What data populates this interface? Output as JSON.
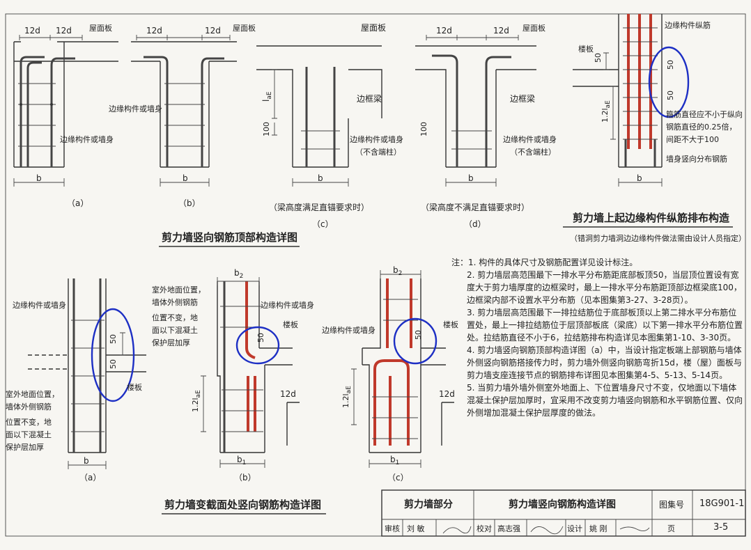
{
  "labels": {
    "d12": "12d",
    "roof_slab": "屋面板",
    "edge_member_or_wall": "边缘构件或墙身",
    "edge_member_or_wall_ex": "边缘构件或墙身",
    "no_end_column": "（不含端柱）",
    "edge_beam": "边框梁",
    "b": "b",
    "b1": "b",
    "b1_sub": "1",
    "b2": "b",
    "b2_sub": "2",
    "laE": "l",
    "laE_sub": "aE",
    "l2laE": "1.2l",
    "l2laE_sub": "aE",
    "n100": "100",
    "n50": "50",
    "slab": "楼板",
    "edge_long_bar": "边缘构件纵筋",
    "stirrup_note_1": "箍筋直径应不小于纵向",
    "stirrup_note_2": "钢筋直径的0.25倍，",
    "stirrup_note_3": "间距不大于100",
    "wall_vertical_bar": "墙身竖向分布钢筋",
    "outdoor_1": "室外地面位置，",
    "outdoor_2": "墙体外侧钢筋",
    "outdoor_3": "位置不变，地",
    "outdoor_4": "面以下混凝土",
    "outdoor_5": "保护层加厚",
    "outdoor_b1": "室外地面位置，",
    "outdoor_b2": "墙体外侧钢筋",
    "outdoor_b3": "位置不变，地",
    "outdoor_b4": "面以下混凝土",
    "outdoor_b5": "保护层加厚"
  },
  "subcaptions": {
    "a": "（a）",
    "b": "（b）",
    "c": "（c）",
    "d": "（d）",
    "c_cond": "（梁高度满足直锚要求时）",
    "d_cond": "（梁高度不满足直锚要求时）",
    "a2": "（a）",
    "b2": "（b）",
    "c2": "（c）"
  },
  "titles": {
    "top": "剪力墙竖向钢筋顶部构造详图",
    "edge": "剪力墙上起边缘构件纵筋排布构造",
    "edge_sub": "（错洞剪力墙洞边边缘构件做法需由设计人员指定）",
    "section": "剪力墙变截面处竖向钢筋构造详图"
  },
  "notes": {
    "prefix": "注：1.",
    "n1": "构件的具体尺寸及钢筋配置详见设计标注。",
    "n2": "2. 剪力墙层高范围最下一排水平分布筋距底部板顶50，当层顶位置设有宽度大于剪力墙厚度的边框梁时，最上一排水平分布筋距顶部边框梁底100，边框梁内部不设置水平分布筋（见本图集第3-27、3-28页）。",
    "n3": "3. 剪力墙层高范围最下一排拉结筋位于底部板顶以上第二排水平分布筋位置处，最上一排拉结筋位于层顶部板底（梁底）以下第一排水平分布筋位置处。拉结筋直径不小于6，拉结筋排布构造详见本图集第1-10、3-30页。",
    "n4": "4. 剪力墙竖向钢筋顶部构造详图（a）中，当设计指定板端上部钢筋与墙体外侧竖向钢筋搭接传力时，剪力墙外侧竖向钢筋弯折15d，楼（屋）面板与剪力墙支座连接节点的钢筋排布详图见本图集第4-5、5-13、5-14页。",
    "n5": "5. 当剪力墙外墙外侧室外地面上、下位置墙身尺寸不变，仅地面以下墙体混凝土保护层加厚时，宜采用不改变剪力墙竖向钢筋和水平钢筋位置、仅向外侧增加混凝土保护层厚度的做法。"
  },
  "title_block": {
    "part": "剪力墙部分",
    "drawing": "剪力墙竖向钢筋构造详图",
    "atlas_label": "图集号",
    "atlas_no": "18G901-1",
    "review": "审核",
    "reviewer": "刘 敏",
    "check": "校对",
    "checker": "高志强",
    "design": "设计",
    "designer": "姚 刚",
    "page_label": "页",
    "page_no": "3-5"
  }
}
